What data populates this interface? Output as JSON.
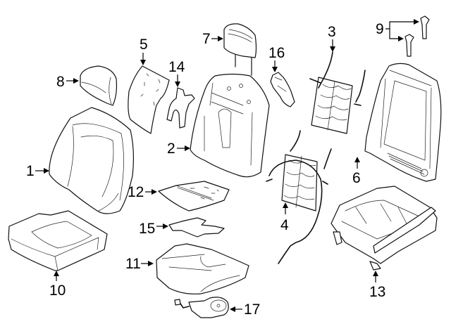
{
  "diagram": {
    "title": "Seat components exploded view",
    "callouts": [
      {
        "id": "c1",
        "label": "1",
        "part": "Seat back cover"
      },
      {
        "id": "c2",
        "label": "2",
        "part": "Seat back pad"
      },
      {
        "id": "c3",
        "label": "3",
        "part": "Lumbar support (upper)"
      },
      {
        "id": "c4",
        "label": "4",
        "part": "Lumbar support (lower) with cable"
      },
      {
        "id": "c5",
        "label": "5",
        "part": "Heater element (back)"
      },
      {
        "id": "c6",
        "label": "6",
        "part": "Seat back frame"
      },
      {
        "id": "c7",
        "label": "7",
        "part": "Headrest"
      },
      {
        "id": "c8",
        "label": "8",
        "part": "Headrest cover"
      },
      {
        "id": "c9",
        "label": "9",
        "part": "Headrest guides"
      },
      {
        "id": "c10",
        "label": "10",
        "part": "Cushion cover"
      },
      {
        "id": "c11",
        "label": "11",
        "part": "Cushion pad"
      },
      {
        "id": "c12",
        "label": "12",
        "part": "Occupant sensor mat"
      },
      {
        "id": "c13",
        "label": "13",
        "part": "Seat track / cushion frame"
      },
      {
        "id": "c14",
        "label": "14",
        "part": "Heater element (cushion)"
      },
      {
        "id": "c15",
        "label": "15",
        "part": "Heater pad"
      },
      {
        "id": "c16",
        "label": "16",
        "part": "Lumbar motor"
      },
      {
        "id": "c17",
        "label": "17",
        "part": "Blower fan"
      }
    ],
    "colors": {
      "line": "#111111",
      "background": "#ffffff"
    }
  }
}
